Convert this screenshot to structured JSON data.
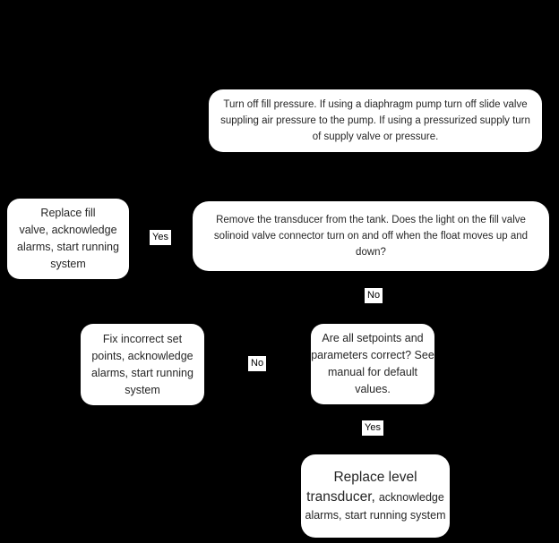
{
  "diagram": {
    "type": "flowchart",
    "colors": {
      "background": "#000000",
      "node_fill": "#ffffff",
      "node_text": "#262626",
      "edge_label_bg": "#ffffff",
      "edge_label_text": "#000000"
    },
    "boxes": [
      {
        "id": "turn-off-fill-pressure",
        "lines": [
          "Turn off fill pressure. If using a diaphragm pump turn off slide valve",
          "suppling air pressure to the pump. If using a pressurized supply turn",
          "of supply valve or pressure."
        ]
      },
      {
        "id": "remove-transducer-question",
        "lines": [
          "Remove the transducer from the tank. Does the light on the fill valve",
          "solinoid valve connector turn on and off when the float moves up and",
          "down?"
        ]
      },
      {
        "id": "replace-fill-valve",
        "lines": [
          "Replace fill",
          "valve, acknowledge",
          "alarms, start running",
          "system"
        ]
      },
      {
        "id": "fix-incorrect-setpoints",
        "lines": [
          "Fix incorrect set",
          "points, acknowledge",
          "alarms, start running",
          "system"
        ]
      },
      {
        "id": "setpoints-correct-question",
        "lines": [
          "Are all setpoints and",
          "parameters correct? See",
          "manual for default",
          "values."
        ]
      },
      {
        "id": "replace-level-transducer",
        "line1_large": "Replace level",
        "line2_large": "transducer,",
        "line2_small": "acknowledge",
        "line3_small": "alarms, start running system"
      }
    ],
    "edges": [
      {
        "from": "turn-off-fill-pressure",
        "to": "remove-transducer-question",
        "label": ""
      },
      {
        "from": "remove-transducer-question",
        "to": "replace-fill-valve",
        "label": "Yes"
      },
      {
        "from": "remove-transducer-question",
        "to": "setpoints-correct-question",
        "label": "No"
      },
      {
        "from": "setpoints-correct-question",
        "to": "fix-incorrect-setpoints",
        "label": "No"
      },
      {
        "from": "setpoints-correct-question",
        "to": "replace-level-transducer",
        "label": "Yes"
      }
    ]
  }
}
